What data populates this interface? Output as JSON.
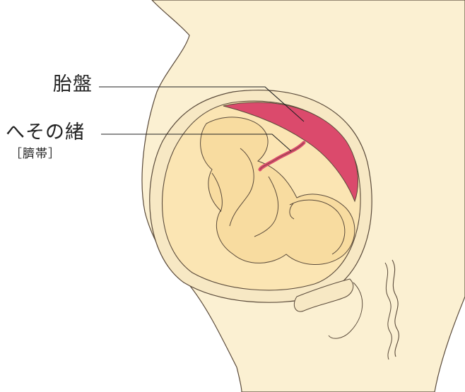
{
  "labels": {
    "placenta": "胎盤",
    "umbilical_cord": "へその緒",
    "umbilical_cord_kanji": "［臍帯］"
  },
  "colors": {
    "skin": "#fbf0d2",
    "uterus_wall": "#f7e8c4",
    "amniotic_fill": "#fbe5b3",
    "fetus": "#f8dca0",
    "placenta": "#db4a6c",
    "outline": "#5a4a3a",
    "leader_line": "#222222"
  }
}
